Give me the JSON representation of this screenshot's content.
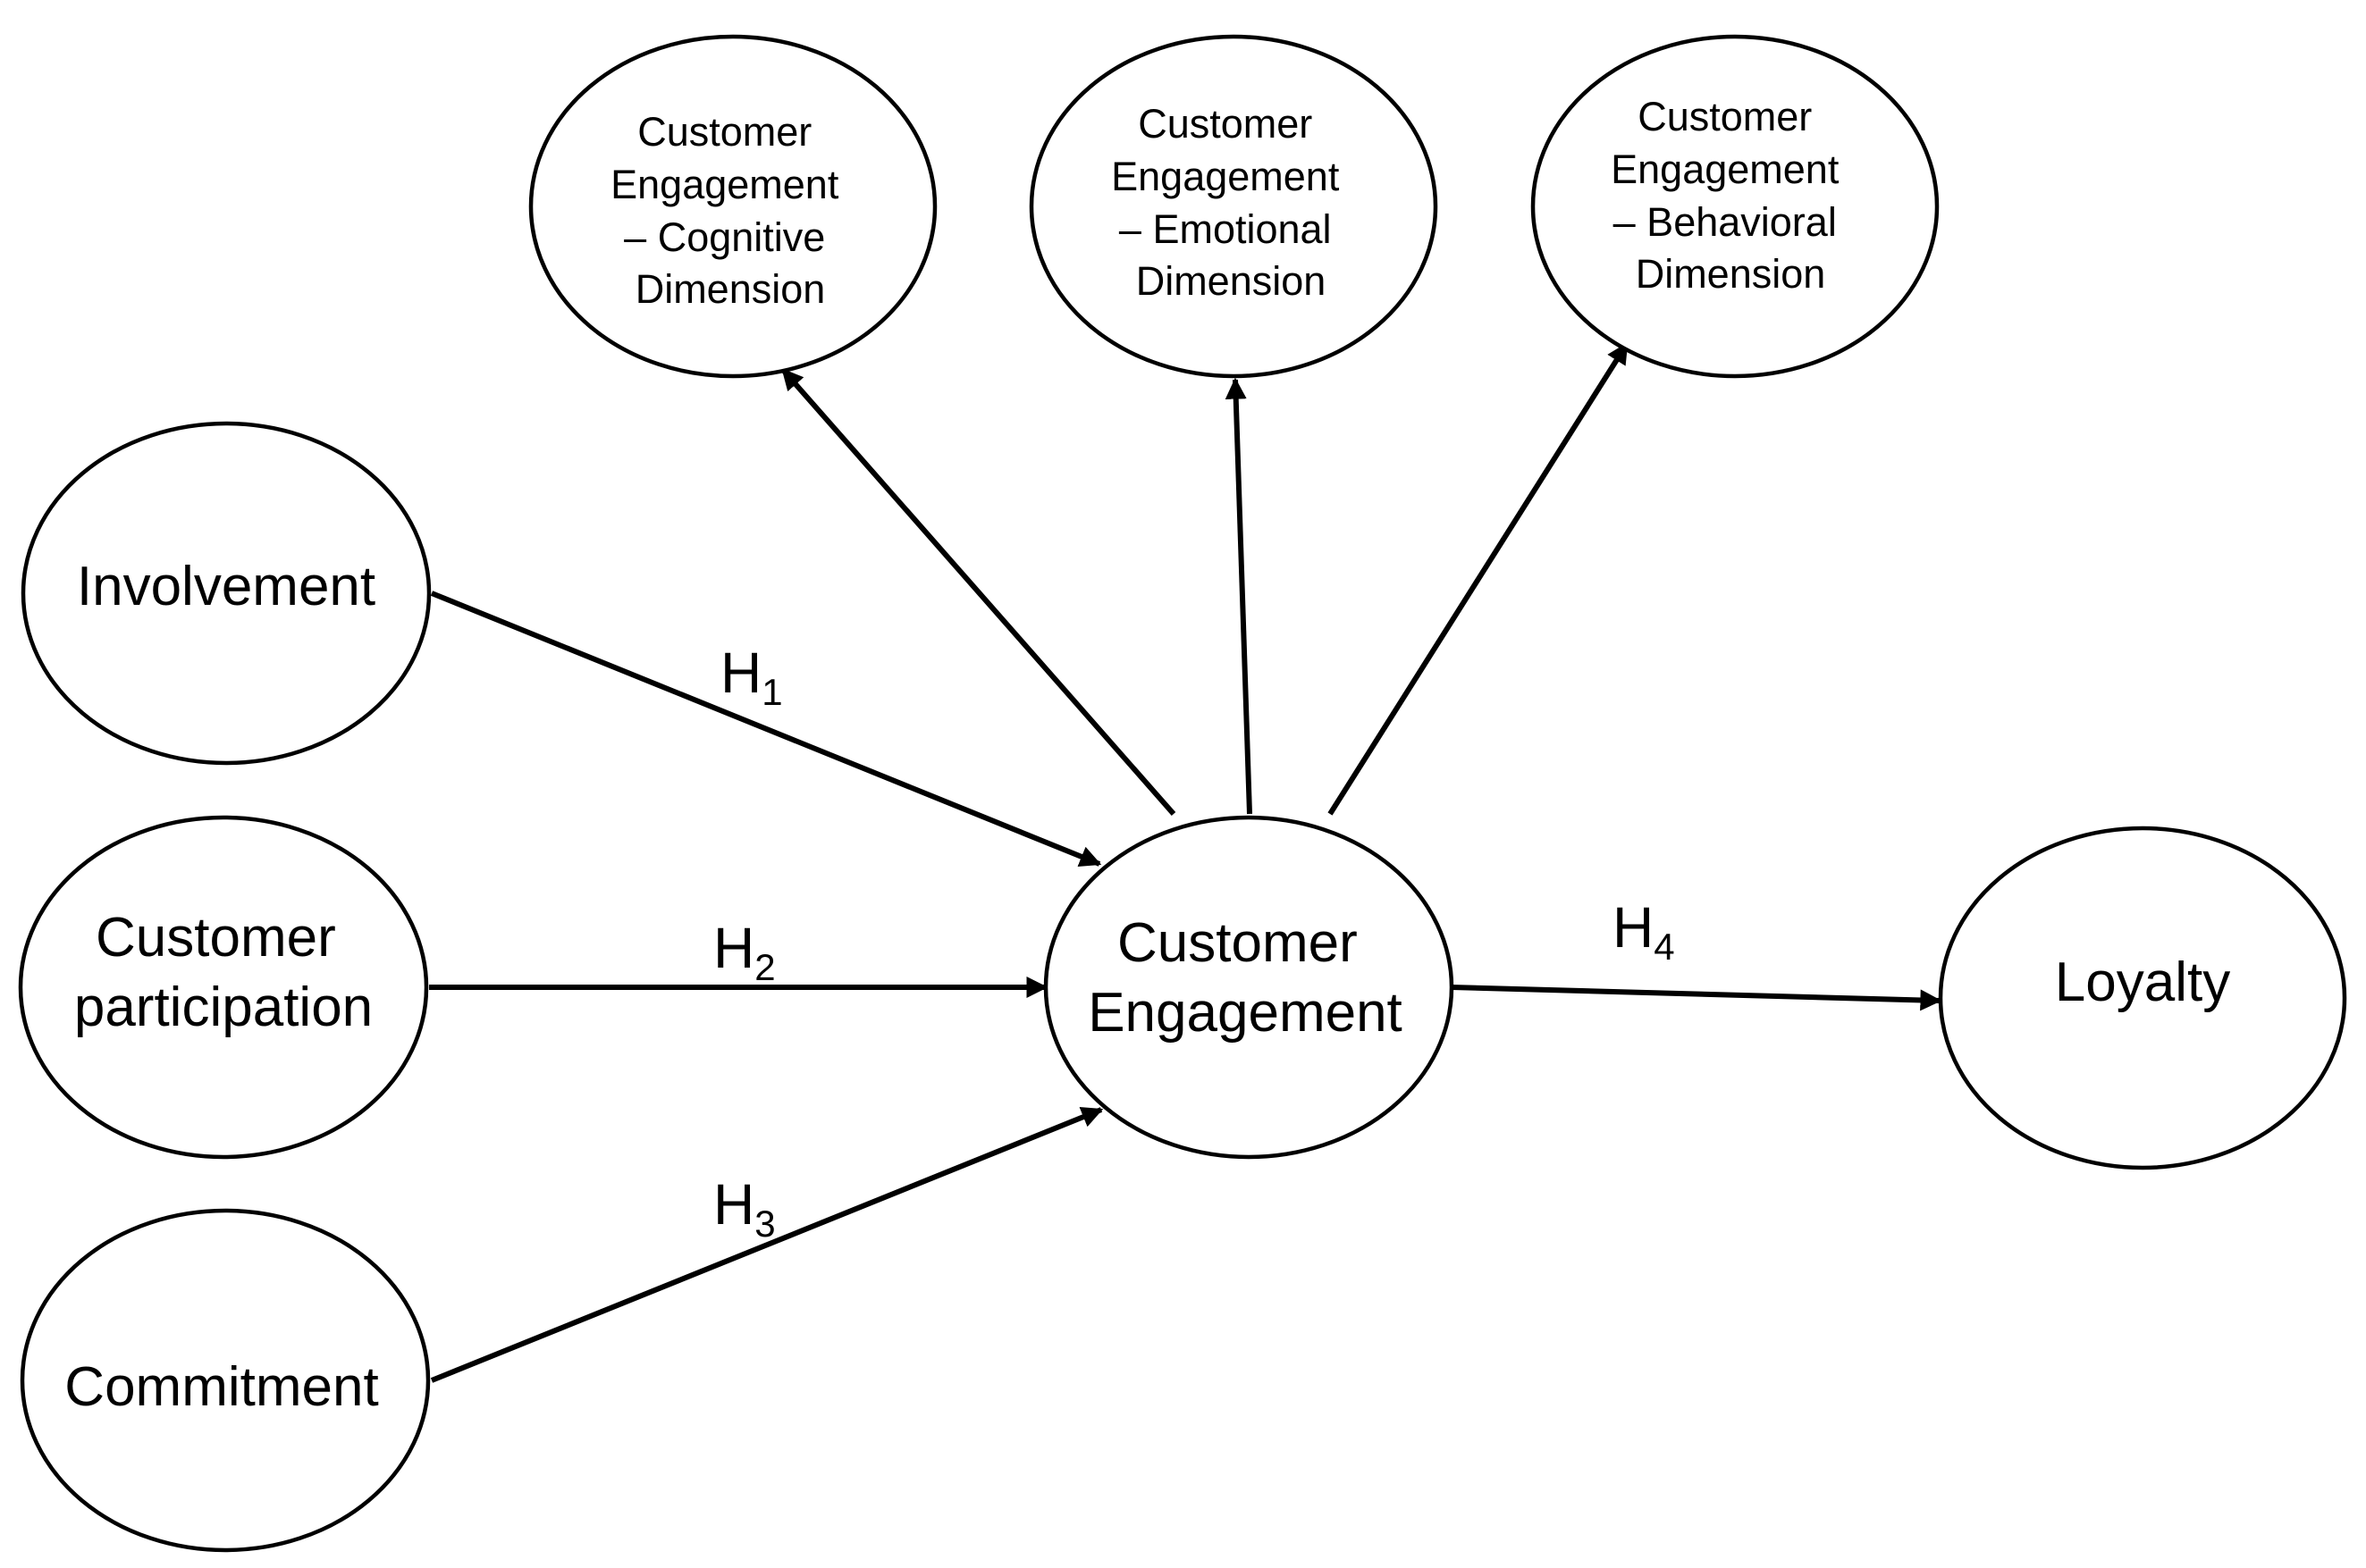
{
  "nodes": {
    "cognitive": [
      "Customer",
      "Engagement",
      "– Cognitive",
      "Dimension"
    ],
    "emotional": [
      "Customer",
      "Engagement",
      "– Emotional",
      "Dimension"
    ],
    "behavioral": [
      "Customer",
      "Engagement",
      "– Behavioral",
      "Dimension"
    ],
    "involvement": [
      "Involvement"
    ],
    "participation": [
      "Customer",
      "participation"
    ],
    "commitment": [
      "Commitment"
    ],
    "engagement": [
      "Customer",
      "Engagement"
    ],
    "loyalty": [
      "Loyalty"
    ]
  },
  "hypotheses": {
    "h1": {
      "letter": "H",
      "sub": "1"
    },
    "h2": {
      "letter": "H",
      "sub": "2"
    },
    "h3": {
      "letter": "H",
      "sub": "3"
    },
    "h4": {
      "letter": "H",
      "sub": "4"
    }
  },
  "colors": {
    "stroke": "#000000",
    "background": "#ffffff"
  }
}
